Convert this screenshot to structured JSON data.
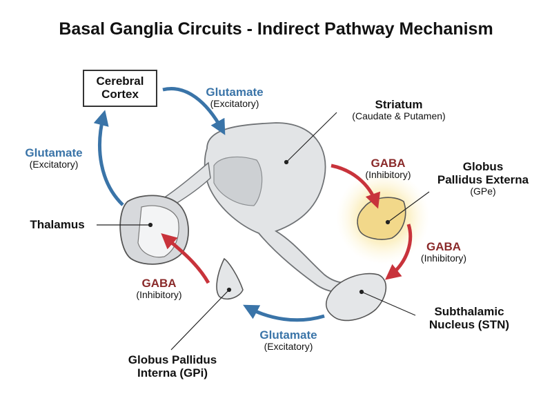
{
  "title": "Basal Ganglia Circuits - Indirect Pathway Mechanism",
  "structures": {
    "cortex": [
      "Cerebral",
      "Cortex"
    ],
    "striatum": {
      "name": "Striatum",
      "sub": "(Caudate & Putamen)"
    },
    "gpe": {
      "lines": [
        "Globus",
        "Pallidus Externa"
      ],
      "abbr": "(GPe)"
    },
    "stn": [
      "Subthalamic",
      "Nucleus (STN)"
    ],
    "gpi": [
      "Globus Pallidus",
      "Interna (GPi)"
    ],
    "thalamus": "Thalamus"
  },
  "connections": {
    "cortex_to_striatum": {
      "transmitter": "Glutamate",
      "effect": "(Excitatory)"
    },
    "striatum_to_gpe": {
      "transmitter": "GABA",
      "effect": "(Inhibitory)"
    },
    "gpe_to_stn": {
      "transmitter": "GABA",
      "effect": "(Inhibitory)"
    },
    "stn_to_gpi": {
      "transmitter": "Glutamate",
      "effect": "(Excitatory)"
    },
    "gpi_to_thalamus": {
      "transmitter": "GABA",
      "effect": "(Inhibitory)"
    },
    "thalamus_to_cortex": {
      "transmitter": "Glutamate",
      "effect": "(Excitatory)"
    }
  },
  "colors": {
    "excitatory": "#3a74a8",
    "inhibitory": "#c8333b",
    "excitatory_text": "#3a74a8",
    "inhibitory_text": "#8a2a2a",
    "highlight": "#f7d968"
  }
}
